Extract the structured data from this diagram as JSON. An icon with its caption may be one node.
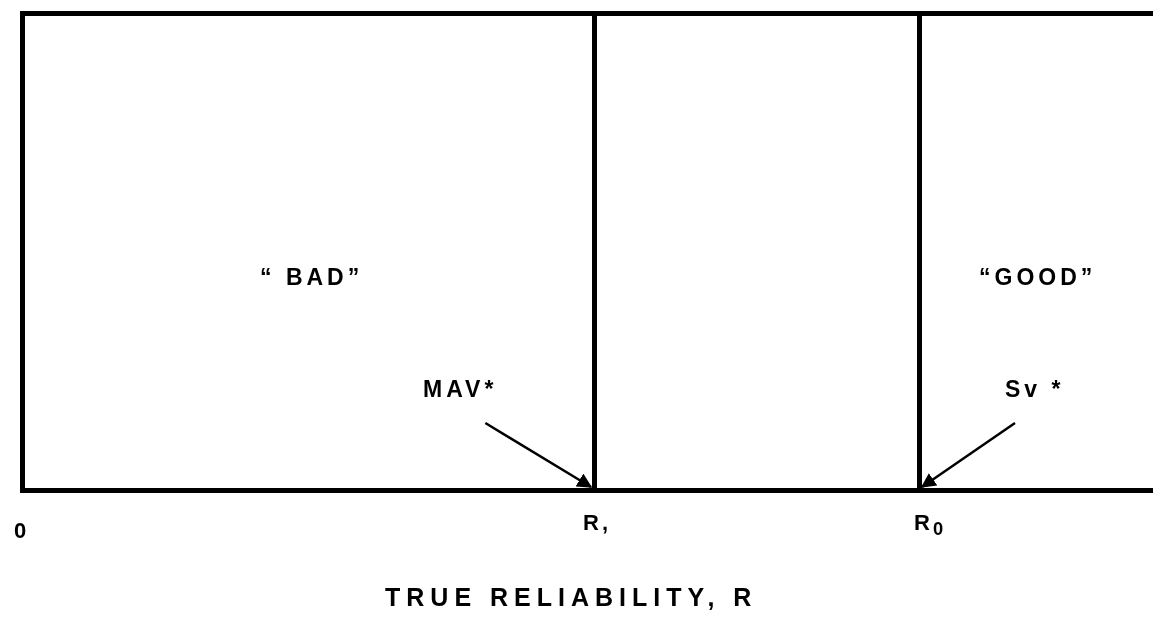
{
  "diagram": {
    "nodes": [
      {
        "text": [
          "“ BAD”"
        ]
      },
      {
        "text": [],
        "shape": "box"
      },
      {
        "text": [
          "“GOOD”"
        ]
      },
      {
        "text": [
          "MAV*"
        ],
        "in": 0
      },
      {
        "text": [
          "Sv *"
        ],
        "in": 2
      }
    ],
    "edges": [
      {
        "from": 3,
        "to": 1,
        "arrow": "to"
      },
      {
        "from": 4,
        "to": 2,
        "arrow": "to"
      }
    ],
    "labels": [
      "0",
      "R,",
      "R$_{0}$",
      "TRUE RELIABILITY, R"
    ]
  }
}
